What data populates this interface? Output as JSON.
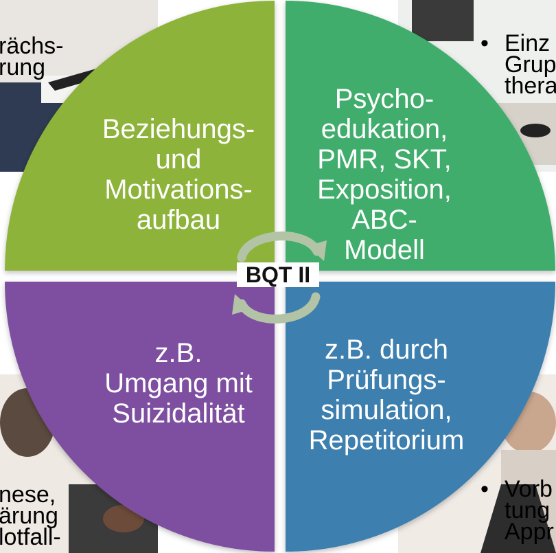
{
  "colors": {
    "top_left": "#8DB33B",
    "top_right": "#40AD6C",
    "bottom_left": "#7E4FA0",
    "bottom_right": "#3E7FAE",
    "cycle_arrows": "#B3C4A6"
  },
  "center_label": "BQT II",
  "quadrants": {
    "top_left": "Beziehungs-\nund\nMotivations-\naufbau",
    "top_right": "Psycho-\nedukation,\nPMR, SKT,\nExposition,\nABC-\nModell",
    "bottom_left": "z.B.\nUmgang mit\nSuizidalität",
    "bottom_right": "z.B. durch\nPrüfungs-\nsimulation,\nRepetitorium"
  },
  "side_texts": {
    "top_left": "rächs-\nrung",
    "top_right_bullet": "•",
    "top_right": "Einz\nGrup\nthera",
    "bottom_left": "nese,\närung\nlotfall-",
    "bottom_right_bullet": "•",
    "bottom_right": "Vorb\ntung\nAppr"
  }
}
